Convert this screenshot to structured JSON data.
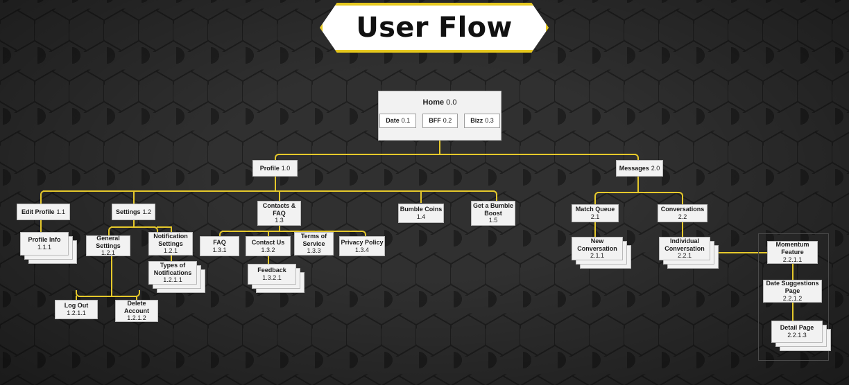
{
  "page": {
    "title": "User Flow",
    "background": "#232323",
    "accent": "#e6c92b",
    "node_fill": "#f2f2f2"
  },
  "nodes": {
    "home": {
      "label": "Home",
      "num": "0.0"
    },
    "home_chips": [
      {
        "label": "Date",
        "num": "0.1"
      },
      {
        "label": "BFF",
        "num": "0.2"
      },
      {
        "label": "Bizz",
        "num": "0.3"
      }
    ],
    "profile": {
      "label": "Profile",
      "num": "1.0"
    },
    "messages": {
      "label": "Messages",
      "num": "2.0"
    },
    "edit_profile": {
      "label": "Edit Profile",
      "num": "1.1"
    },
    "settings": {
      "label": "Settings",
      "num": "1.2"
    },
    "contacts_faq": {
      "label": "Contacts &\nFAQ",
      "num": "1.3"
    },
    "bumble_coins": {
      "label": "Bumble Coins",
      "num": "1.4"
    },
    "bumble_boost": {
      "label": "Get a Bumble\nBoost",
      "num": "1.5"
    },
    "profile_info": {
      "label": "Profile Info",
      "num": "1.1.1"
    },
    "general_settings": {
      "label": "General\nSettings",
      "num": "1.2.1"
    },
    "notification_settings": {
      "label": "Notification\nSettings",
      "num": "1.2.1"
    },
    "faq": {
      "label": "FAQ",
      "num": "1.3.1"
    },
    "contact_us": {
      "label": "Contact Us",
      "num": "1.3.2"
    },
    "terms_of_service": {
      "label": "Terms of\nService",
      "num": "1.3.3"
    },
    "privacy_policy": {
      "label": "Privacy Policy",
      "num": "1.3.4"
    },
    "types_of_notifications": {
      "label": "Types of\nNotifications",
      "num": "1.2.1.1"
    },
    "feedback": {
      "label": "Feedback",
      "num": "1.3.2.1"
    },
    "log_out": {
      "label": "Log Out",
      "num": "1.2.1.1"
    },
    "delete_account": {
      "label": "Delete\nAccount",
      "num": "1.2.1.2"
    },
    "match_queue": {
      "label": "Match Queue",
      "num": "2.1"
    },
    "conversations": {
      "label": "Conversations",
      "num": "2.2"
    },
    "new_conversation": {
      "label": "New\nConversation",
      "num": "2.1.1"
    },
    "individual_conversation": {
      "label": "Individual\nConversation",
      "num": "2.2.1"
    },
    "momentum_feature": {
      "label": "Momentum\nFeature",
      "num": "2.2.1.1"
    },
    "date_suggestions": {
      "label": "Date Suggestions\nPage",
      "num": "2.2.1.2"
    },
    "detail_page": {
      "label": "Detail Page",
      "num": "2.2.1.3"
    }
  }
}
